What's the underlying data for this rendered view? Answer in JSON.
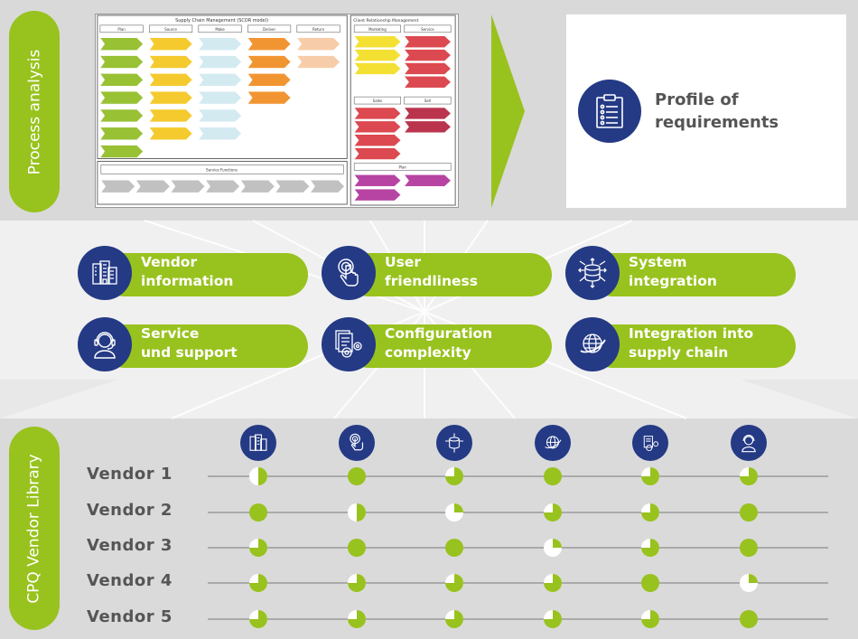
{
  "sections": {
    "process_analysis": "Process analysis",
    "vendor_library": "CPQ Vendor Library"
  },
  "scor": {
    "title": "Supply Chain Management (SCOR model)",
    "columns": [
      "Plan",
      "Source",
      "Make",
      "Deliver",
      "Return"
    ],
    "right_title": "Client Relationship Management",
    "right_groups": [
      "Marketing",
      "Service",
      "Sales",
      "Sell",
      "Plan"
    ],
    "bottom_title": "Service Functions",
    "colors": {
      "plan": "#8dbb1f",
      "source": "#f5c518",
      "make": "#cfe8f0",
      "deliver": "#f08a1c",
      "return": "#f7c8a0",
      "crm_yellow": "#f2dd1e",
      "crm_red": "#d9363e",
      "crm_dark": "#b31f3a",
      "crm_purple": "#b03098",
      "service": "#bbbbbb"
    }
  },
  "profile": {
    "title_line1": "Profile of",
    "title_line2": "requirements",
    "icon": "clipboard-checklist-icon"
  },
  "criteria": [
    {
      "id": "vendor",
      "line1": "Vendor",
      "line2": "information",
      "icon": "buildings-icon"
    },
    {
      "id": "user",
      "line1": "User",
      "line2": "friendliness",
      "icon": "touch-hand-icon"
    },
    {
      "id": "system",
      "line1": "System",
      "line2": "integration",
      "icon": "database-arrows-icon"
    },
    {
      "id": "service",
      "line1": "Service",
      "line2": "und support",
      "icon": "headset-person-icon"
    },
    {
      "id": "config",
      "line1": "Configuration",
      "line2": "complexity",
      "icon": "documents-gears-icon"
    },
    {
      "id": "supply",
      "line1": "Integration into",
      "line2": "supply chain",
      "icon": "globe-orbit-icon"
    }
  ],
  "library": {
    "columns": [
      "vendor",
      "user",
      "system",
      "supply",
      "config",
      "service"
    ],
    "vendors": [
      {
        "name": "Vendor  1",
        "scores": [
          0.5,
          1,
          0.75,
          1,
          0.75,
          0.75
        ]
      },
      {
        "name": "Vendor  2",
        "scores": [
          1,
          0.5,
          0.25,
          0.75,
          0.75,
          1
        ]
      },
      {
        "name": "Vendor  3",
        "scores": [
          0.75,
          1,
          1,
          0.25,
          0.75,
          1
        ]
      },
      {
        "name": "Vendor  4",
        "scores": [
          0.75,
          0.75,
          0.75,
          0.75,
          1,
          0.25
        ]
      },
      {
        "name": "Vendor  5",
        "scores": [
          0.75,
          0.75,
          0.75,
          0.75,
          0.75,
          1
        ]
      }
    ]
  },
  "colors": {
    "green": "#98c21e",
    "navy": "#243a85",
    "text_gray": "#555555"
  }
}
